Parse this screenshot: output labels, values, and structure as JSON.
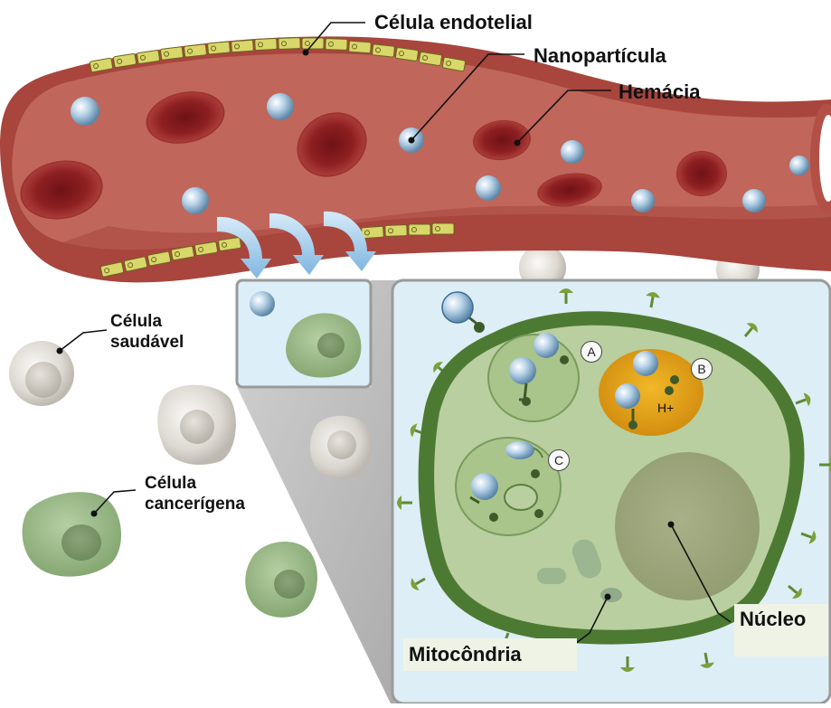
{
  "labels": {
    "endothelial": "Célula endotelial",
    "nanoparticle": "Nanopartícula",
    "hemacia": "Hemácia",
    "healthy_line1": "Célula",
    "healthy_line2": "saudável",
    "cancer_line1": "Célula",
    "cancer_line2": "cancerígena",
    "mitochondria": "Mitocôndria",
    "nucleus": "Núcleo",
    "proton": "H+",
    "compartment_a": "A",
    "compartment_b": "B",
    "compartment_c": "C"
  },
  "colors": {
    "vessel_wall": "#a8453d",
    "vessel_lumen": "#c46a5e",
    "endothelial_cell": "#d8d76a",
    "red_blood_cell": "#8e1f22",
    "nanoparticle": "#9fc0da",
    "healthy_cell": "#d6d2cb",
    "cancer_cell": "#9cbb8a",
    "zoom_panel": "#ddeef6",
    "cell_membrane": "#4d7a32",
    "cytoplasm": "#b9cf9f",
    "acidic_vesicle": "#e9a516",
    "nucleus_fill": "#a3ad82",
    "arrow": "#9cc9ea"
  }
}
